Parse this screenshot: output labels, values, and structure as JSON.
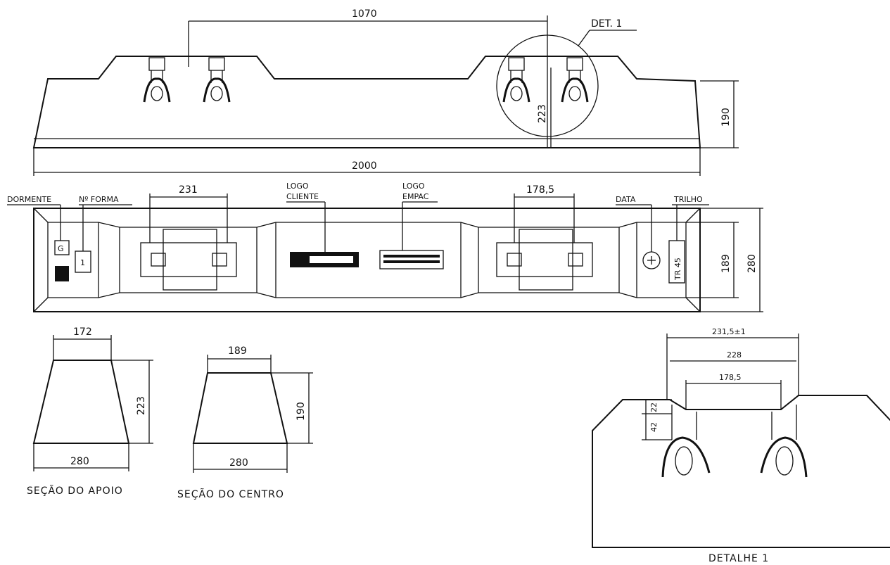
{
  "top_view": {
    "dim_rail_spacing": "1070",
    "dim_length": "2000",
    "dim_height": "190",
    "dim_detail_height": "223",
    "detail_callout": "DET. 1"
  },
  "plan_view": {
    "dim_support_width": "231",
    "dim_support_inner": "178,5",
    "dim_center_width": "189",
    "dim_total_width": "280",
    "label_dormente": "DORMENTE",
    "label_forma": "Nº FORMA",
    "label_logo_cliente": [
      "LOGO",
      "CLIENTE"
    ],
    "label_logo_empac": [
      "LOGO",
      "EMPAC"
    ],
    "label_data": "DATA",
    "label_trilho": "TRILHO",
    "form_number": "1",
    "rail_type": "TR 45"
  },
  "section_support": {
    "dim_top": "172",
    "dim_bottom": "280",
    "dim_height": "223",
    "caption": "SEÇÃO DO APOIO"
  },
  "section_center": {
    "dim_top": "189",
    "dim_bottom": "280",
    "dim_height": "190",
    "caption": "SEÇÃO DO CENTRO"
  },
  "detail_1": {
    "dim_outer": "231,5±1",
    "dim_mid": "228",
    "dim_inner": "178,5",
    "dim_a": "22",
    "dim_b": "42",
    "caption": "DETALHE 1"
  }
}
